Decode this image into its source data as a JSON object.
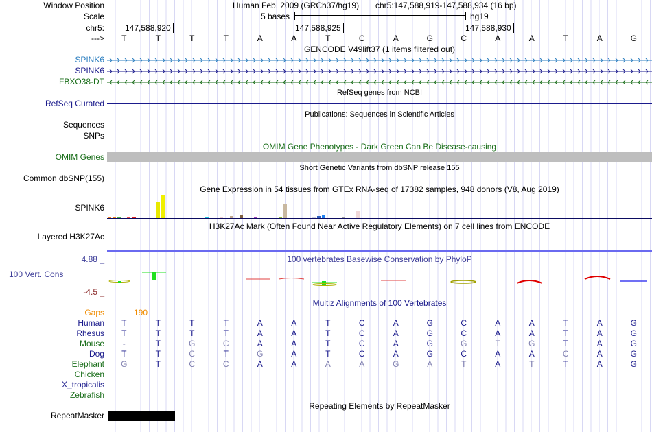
{
  "header": {
    "window_position": "Window Position",
    "scale": "Scale",
    "chr": "chr5:",
    "strand": "--->",
    "assembly": "Human Feb. 2009 (GRCh37/hg19)",
    "position": "chr5:147,588,919-147,588,934 (16 bp)",
    "scale_text": "5 bases",
    "scale_db": "hg19",
    "ticks": [
      "147,588,920",
      "147,588,925",
      "147,588,930"
    ]
  },
  "sequence": "TTTTAATCAGCAATAG",
  "tracks": {
    "gencode": {
      "title": "GENCODE V49lift37 (1 items filtered out)",
      "genes": [
        {
          "name": "SPINK6",
          "color": "#2d7fc0",
          "dir": ">"
        },
        {
          "name": "SPINK6",
          "color": "#1b1b8c",
          "dir": ">"
        },
        {
          "name": "FBXO38-DT",
          "color": "#1a6e1a",
          "dir": "<"
        }
      ]
    },
    "refseq": {
      "title": "RefSeq genes from NCBI",
      "label": "RefSeq Curated"
    },
    "pubs": {
      "title": "Publications: Sequences in Scientific Articles",
      "label1": "Sequences",
      "label2": "SNPs"
    },
    "omim": {
      "title": "OMIM Gene Phenotypes - Dark Green Can Be Disease-causing",
      "label": "OMIM Genes"
    },
    "dbsnp": {
      "title": "Short Genetic Variants from dbSNP release 155",
      "label": "Common dbSNP(155)"
    },
    "gtex": {
      "title": "Gene Expression in 54 tissues from GTEx RNA-seq of 17382 samples, 948 donors (V8, Aug 2019)",
      "label": "SPINK6",
      "bars": [
        {
          "i": 0,
          "v": 1,
          "c": "#f07f20"
        },
        {
          "i": 1,
          "v": 1,
          "c": "#f08020"
        },
        {
          "i": 2,
          "v": 1,
          "c": "#4db34d"
        },
        {
          "i": 4,
          "v": 1,
          "c": "#f05050"
        },
        {
          "i": 5,
          "v": 1,
          "c": "#e02020"
        },
        {
          "i": 10,
          "v": 24,
          "c": "#e8e800"
        },
        {
          "i": 11,
          "v": 34,
          "c": "#f0f000"
        },
        {
          "i": 20,
          "v": 1,
          "c": "#20c0e0"
        },
        {
          "i": 23,
          "v": 1,
          "c": "#f0d0d0"
        },
        {
          "i": 25,
          "v": 3,
          "c": "#c0a890"
        },
        {
          "i": 27,
          "v": 5,
          "c": "#806040"
        },
        {
          "i": 30,
          "v": 1,
          "c": "#a040c0"
        },
        {
          "i": 35,
          "v": 1,
          "c": "#90c040"
        },
        {
          "i": 36,
          "v": 21,
          "c": "#c8b8a0"
        },
        {
          "i": 42,
          "v": 1,
          "c": "#d0d0e0"
        },
        {
          "i": 43,
          "v": 3,
          "c": "#3060c0"
        },
        {
          "i": 44,
          "v": 5,
          "c": "#2080f0"
        },
        {
          "i": 48,
          "v": 1,
          "c": "#a0a0a0"
        },
        {
          "i": 51,
          "v": 10,
          "c": "#f0d8d8"
        }
      ]
    },
    "h3k27ac": {
      "title": "H3K27Ac Mark (Often Found Near Active Regulatory Elements) on 7 cell lines from ENCODE",
      "label": "Layered H3K27Ac"
    },
    "phylop": {
      "title": "100 vertebrates Basewise Conservation by PhyloP",
      "label": "100 Vert. Cons",
      "max": "4.88 _",
      "min": "-4.5 _"
    },
    "multiz": {
      "title": "Multiz Alignments of 100 Vertebrates",
      "gaps_label": "Gaps",
      "gaps_value": "190",
      "rows": [
        {
          "name": "Human",
          "color": "#1b1b8c",
          "seq": "TTTTAATCAGCAATAG",
          "dim": []
        },
        {
          "name": "Rhesus",
          "color": "#1b1b8c",
          "seq": "TTTTAATCAGCAATAG",
          "dim": []
        },
        {
          "name": "Mouse",
          "color": "#1a6e1a",
          "seq": "-TGCAATCAGGTGTAG",
          "dim": [
            0,
            2,
            3,
            10,
            11,
            12
          ]
        },
        {
          "name": "Dog",
          "color": "#1b1b8c",
          "seq": "TTCTGATCAGCAACAG",
          "dim": [
            2,
            4,
            13
          ]
        },
        {
          "name": "Elephant",
          "color": "#1a6e1a",
          "seq": "GTCCAAAAGATATTAG",
          "dim": [
            0,
            2,
            3,
            6,
            7,
            8,
            9,
            10,
            12
          ]
        },
        {
          "name": "Chicken",
          "color": "#1a6e1a",
          "seq": "",
          "dim": []
        },
        {
          "name": "X_tropicalis",
          "color": "#1b1b8c",
          "seq": "",
          "dim": []
        },
        {
          "name": "Zebrafish",
          "color": "#1a6e1a",
          "seq": "",
          "dim": []
        }
      ]
    },
    "rmsk": {
      "title": "Repeating Elements by RepeatMasker",
      "label": "RepeatMasker"
    }
  }
}
